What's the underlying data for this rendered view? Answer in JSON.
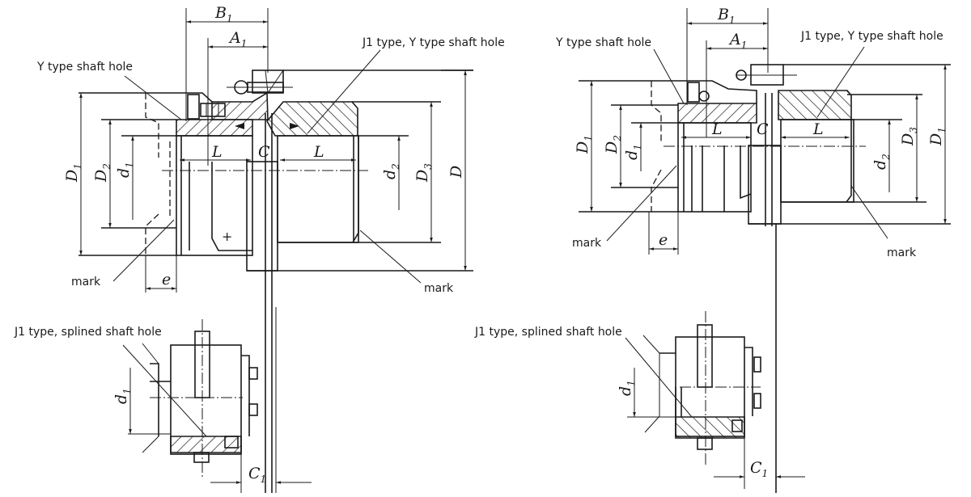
{
  "labels": {
    "left": {
      "y_shaft_hole": "Y type shaft hole",
      "j1_y_shaft_hole": "J1 type, Y type shaft hole",
      "mark_left": "mark",
      "mark_right": "mark",
      "j1_splined": "J1 type, splined shaft hole"
    },
    "right": {
      "y_shaft_hole": "Y type shaft hole",
      "j1_y_shaft_hole": "J1 type, Y type shaft hole",
      "mark_left": "mark",
      "mark_right": "mark",
      "j1_splined": "J1 type, splined shaft hole"
    }
  },
  "dimensions": {
    "B1": {
      "main": "B",
      "sub": "1"
    },
    "A1": {
      "main": "A",
      "sub": "1"
    },
    "L": {
      "main": "L",
      "sub": ""
    },
    "C": {
      "main": "C",
      "sub": ""
    },
    "C1": {
      "main": "C",
      "sub": "1"
    },
    "D": {
      "main": "D",
      "sub": ""
    },
    "D1": {
      "main": "D",
      "sub": "1"
    },
    "D2": {
      "main": "D",
      "sub": "2"
    },
    "D3": {
      "main": "D",
      "sub": "3"
    },
    "d1": {
      "main": "d",
      "sub": "1"
    },
    "d2": {
      "main": "d",
      "sub": "2"
    },
    "e": {
      "main": "e",
      "sub": ""
    }
  },
  "colors": {
    "ink": "#1a1a1a",
    "background": "#ffffff"
  }
}
